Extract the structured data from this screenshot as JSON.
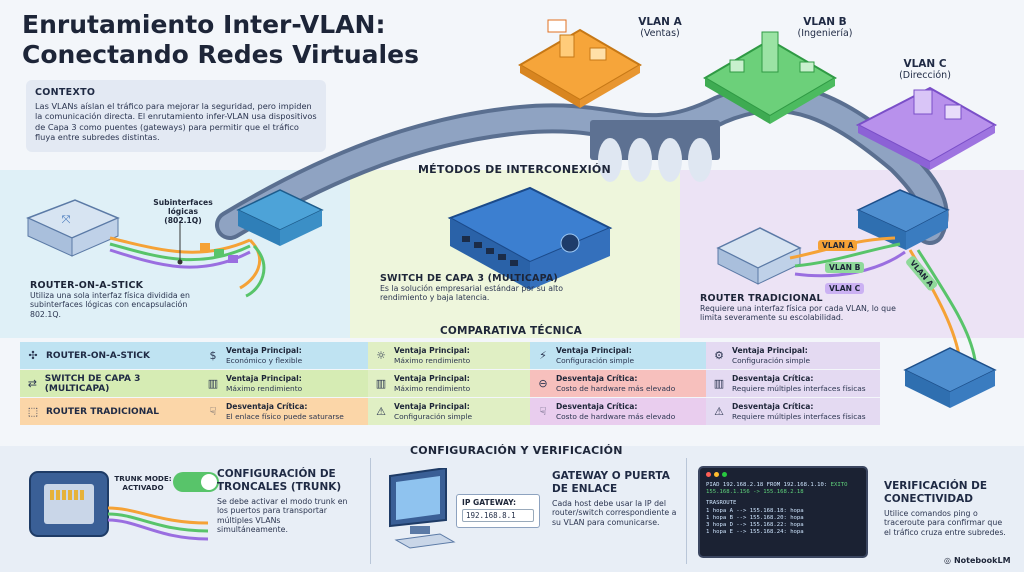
{
  "title_line1": "Enrutamiento Inter-VLAN:",
  "title_line2": "Conectando Redes Virtuales",
  "context": {
    "heading": "CONTEXTO",
    "text": "Las VLANs aíslan el tráfico para mejorar la seguridad, pero impiden la comunicación directa. El enrutamiento infer-VLAN usa dispositivos de Capa 3 como puentes (gateways) para permitir que el tráfico fluya entre subredes distintas."
  },
  "vlans": [
    {
      "name": "VLAN A",
      "sub": "(Ventas)",
      "color": "#f5a236"
    },
    {
      "name": "VLAN B",
      "sub": "(Ingeniería)",
      "color": "#58c46a"
    },
    {
      "name": "VLAN C",
      "sub": "(Dirección)",
      "color": "#9a6ee0"
    }
  ],
  "methods_heading": "MÉTODOS DE INTERCONEXIÓN",
  "subinterfaces_label": "Subinterfaces lógicas (802.1Q)",
  "methods": {
    "ros": {
      "title": "ROUTER-ON-A-STICK",
      "desc": "Utiliza una sola interfaz física dividida en subinterfaces lógicas con encapsulación 802.1Q."
    },
    "l3": {
      "title": "SWITCH DE CAPA 3 (MULTICAPA)",
      "desc": "Es la solución empresarial estándar por su alto rendimiento y baja latencia."
    },
    "trad": {
      "title": "ROUTER TRADICIONAL",
      "desc": "Requiere una interfaz física por cada VLAN, lo que limita severamente su escolabilidad."
    }
  },
  "router_links": [
    "VLAN A",
    "VLAN B",
    "VLAN C",
    "VLAN A"
  ],
  "comparison": {
    "heading": "COMPARATIVA TÉCNICA",
    "rows": [
      {
        "name": "ROUTER-ON-A-STICK",
        "color": "#bfe3f2",
        "cells": [
          {
            "h": "Ventaja Principal:",
            "t": "Económico y flexible",
            "c": "#bfe3f2"
          },
          {
            "h": "Ventaja Principal:",
            "t": "Máximo rendimiento",
            "c": "#e0efc4"
          },
          {
            "h": "Ventaja Principal:",
            "t": "Configuración simple",
            "c": "#bfe3f2"
          },
          {
            "h": "Ventaja Principal:",
            "t": "Configuración simple",
            "c": "#e4daf2"
          }
        ]
      },
      {
        "name": "SWITCH DE CAPA 3 (MULTICAPA)",
        "color": "#d6ecb4",
        "cells": [
          {
            "h": "Ventaja Principal:",
            "t": "Máximo rendimiento",
            "c": "#d6ecb4"
          },
          {
            "h": "Ventaja Principal:",
            "t": "Máximo rendimiento",
            "c": "#e0efc4"
          },
          {
            "h": "Desventaja Crítica:",
            "t": "Costo de hardware más elevado",
            "c": "#f7c0bd"
          },
          {
            "h": "Desventaja Crítica:",
            "t": "Requiere múltiples interfaces físicas",
            "c": "#e4daf2"
          }
        ]
      },
      {
        "name": "ROUTER TRADICIONAL",
        "color": "#fbd6a8",
        "cells": [
          {
            "h": "Desventaja Crítica:",
            "t": "El enlace físico puede saturarse",
            "c": "#fbd6a8"
          },
          {
            "h": "Ventaja Principal:",
            "t": "Configuración simple",
            "c": "#e0efc4"
          },
          {
            "h": "Desventaja Crítica:",
            "t": "Costo de hardware más elevado",
            "c": "#e9cdee"
          },
          {
            "h": "Desventaja Crítica:",
            "t": "Requiere múltiples interfaces físicas",
            "c": "#e4daf2"
          }
        ]
      }
    ]
  },
  "config": {
    "heading": "CONFIGURACIÓN Y VERIFICACIÓN",
    "trunk_mode": "TRUNK MODE: ACTIVADO",
    "trunk": {
      "title": "CONFIGURACIÓN DE TRONCALES (TRUNK)",
      "desc": "Se debe activar el modo trunk en los puertos para transportar múltiples VLANs simultáneamente."
    },
    "gateway_label": "IP GATEWAY:",
    "gateway_ip": "192.168.8.1",
    "gateway": {
      "title": "GATEWAY O PUERTA DE ENLACE",
      "desc": "Cada host debe usar la IP del router/switch correspondiente a su VLAN para comunicarse."
    },
    "terminal": {
      "line1": "PIAD 192.168.2.18 FROM 192.168.1.10: ",
      "line1_ok": "EXITO",
      "line2": "155.168.1.156 -> 155.168.2.18",
      "line3": "TRASROUTE",
      "hops": [
        "1  hopa A --> 155.168.18: hopa",
        "1  hopa B --> 155.168.20: hopa",
        "3  hopa D --> 155.168.22: hopa",
        "1  hopa E --> 155.168.24: hopa"
      ]
    },
    "verify": {
      "title": "VERIFICACIÓN DE CONECTIVIDAD",
      "desc": "Utilice comandos ping o traceroute para confirmar que el tráfico cruza entre subredes."
    }
  },
  "brand": "NotebookLM"
}
